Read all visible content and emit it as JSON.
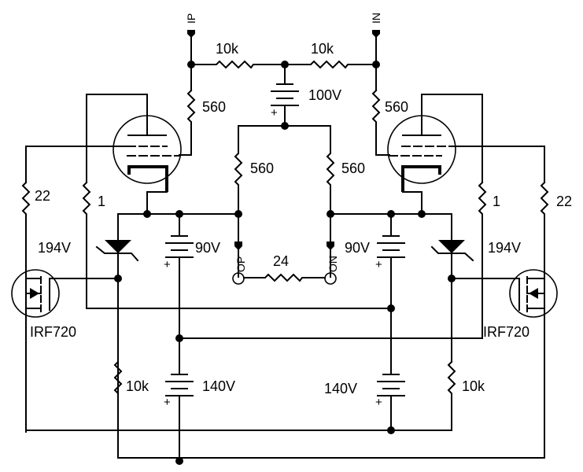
{
  "title": "Tube + MOSFET differential output stage schematic",
  "ports": {
    "input_positive": "IP",
    "input_negative": "IN",
    "output_positive": "OP",
    "output_negative": "ON"
  },
  "components": {
    "r_top_left": "10k",
    "r_top_right": "10k",
    "bat_top": "100V",
    "r_anode_left": "560",
    "r_anode_right": "560",
    "r_mid_left": "560",
    "r_mid_right": "560",
    "r_load": "24",
    "r_gate_left": "22",
    "r_gate_right": "22",
    "r_g2_left": "1",
    "r_g2_right": "1",
    "zener_left": "194V",
    "zener_right": "194V",
    "mosfet_left": "IRF720",
    "mosfet_right": "IRF720",
    "bat_mid_left": "90V",
    "bat_mid_right": "90V",
    "bat_bottom_left": "140V",
    "bat_bottom_right": "140V",
    "r_bottom_left": "10k",
    "r_bottom_right": "10k",
    "battery_plus": "+"
  }
}
